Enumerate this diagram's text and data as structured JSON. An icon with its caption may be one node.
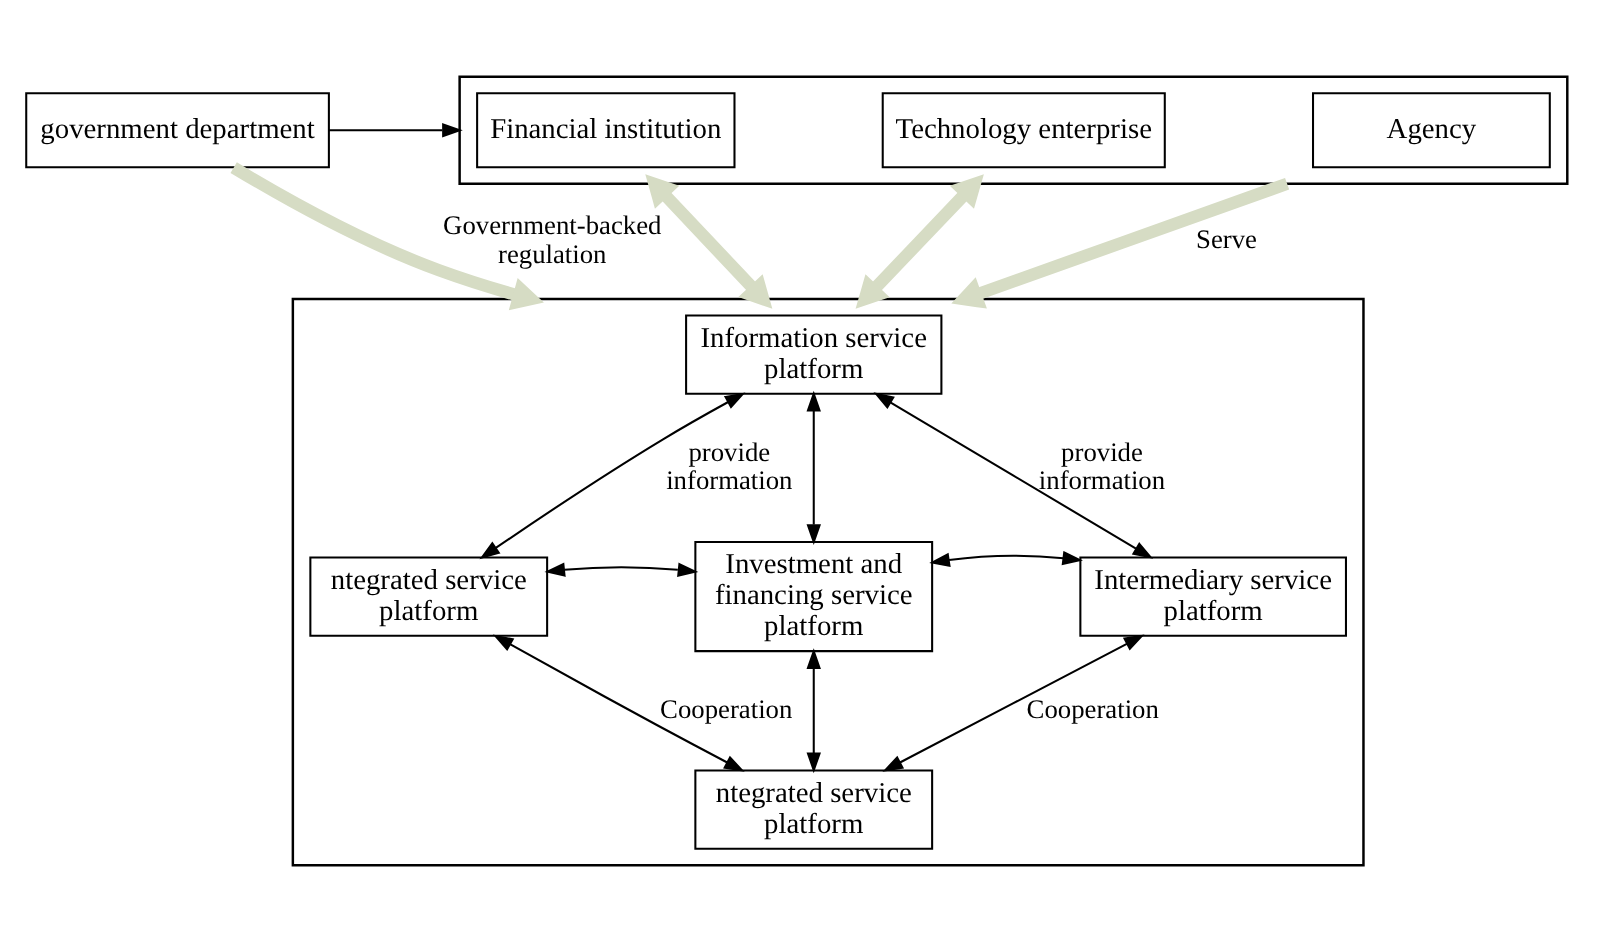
{
  "diagram": {
    "nodes": [
      {
        "text": [
          "government department"
        ]
      },
      {
        "text": [],
        "shape": "box"
      },
      {
        "text": [
          "Financial institution"
        ],
        "in": 1
      },
      {
        "text": [
          "Technology enterprise"
        ],
        "in": 1
      },
      {
        "text": [
          "Agency"
        ],
        "in": 1
      },
      {
        "text": [],
        "shape": "box"
      },
      {
        "text": [
          "Information service platform"
        ],
        "in": 5
      },
      {
        "text": [
          "ntegrated service platform"
        ],
        "in": 5
      },
      {
        "text": [
          "Investment and financing service platform"
        ],
        "in": 5
      },
      {
        "text": [
          "Intermediary service platform"
        ],
        "in": 5
      },
      {
        "text": [
          "ntegrated service platform"
        ],
        "in": 5
      }
    ],
    "edges": [
      {
        "from": 0,
        "to": 1,
        "arrow": "to"
      },
      {
        "from": 0,
        "to": 5,
        "arrow": "to",
        "label": "Government-backed regulation",
        "style": "thick",
        "color": "#d6dcc4"
      },
      {
        "from": 1,
        "to": 5,
        "arrow": "both",
        "style": "thick",
        "color": "#d6dcc4"
      },
      {
        "from": 1,
        "to": 5,
        "arrow": "both",
        "style": "thick",
        "color": "#d6dcc4"
      },
      {
        "from": 1,
        "to": 5,
        "arrow": "to",
        "label": "Serve",
        "style": "thick",
        "color": "#d6dcc4"
      },
      {
        "from": 6,
        "to": 7,
        "arrow": "both",
        "label": "provide information"
      },
      {
        "from": 6,
        "to": 9,
        "arrow": "both",
        "label": "provide information"
      },
      {
        "from": 6,
        "to": 8,
        "arrow": "both"
      },
      {
        "from": 7,
        "to": 8,
        "arrow": "both"
      },
      {
        "from": 8,
        "to": 9,
        "arrow": "both"
      },
      {
        "from": 8,
        "to": 10,
        "arrow": "both"
      },
      {
        "from": 7,
        "to": 10,
        "arrow": "both",
        "label": "Cooperation"
      },
      {
        "from": 9,
        "to": 10,
        "arrow": "both",
        "label": "Cooperation"
      }
    ]
  }
}
